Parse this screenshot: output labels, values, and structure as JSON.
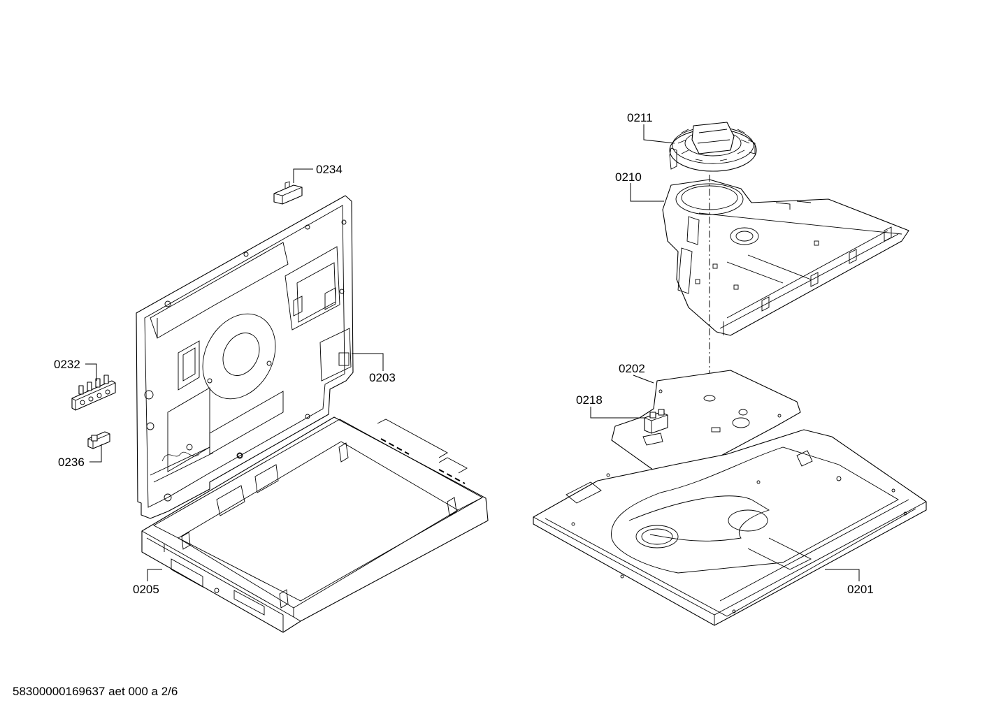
{
  "labels": {
    "p0234": "0234",
    "p0232": "0232",
    "p0203": "0203",
    "p0236": "0236",
    "p0205": "0205",
    "p0211": "0211",
    "p0210": "0210",
    "p0202": "0202",
    "p0218": "0218",
    "p0201": "0201"
  },
  "footer": {
    "doc_id": "58300000169637 aet 000 a 2/6"
  }
}
